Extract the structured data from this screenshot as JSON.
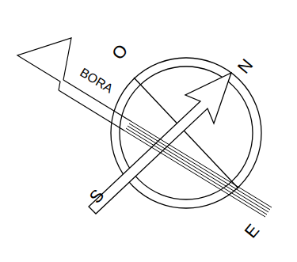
{
  "diagram": {
    "labels": [
      "O",
      "N",
      "S",
      "E",
      "BORA"
    ]
  }
}
